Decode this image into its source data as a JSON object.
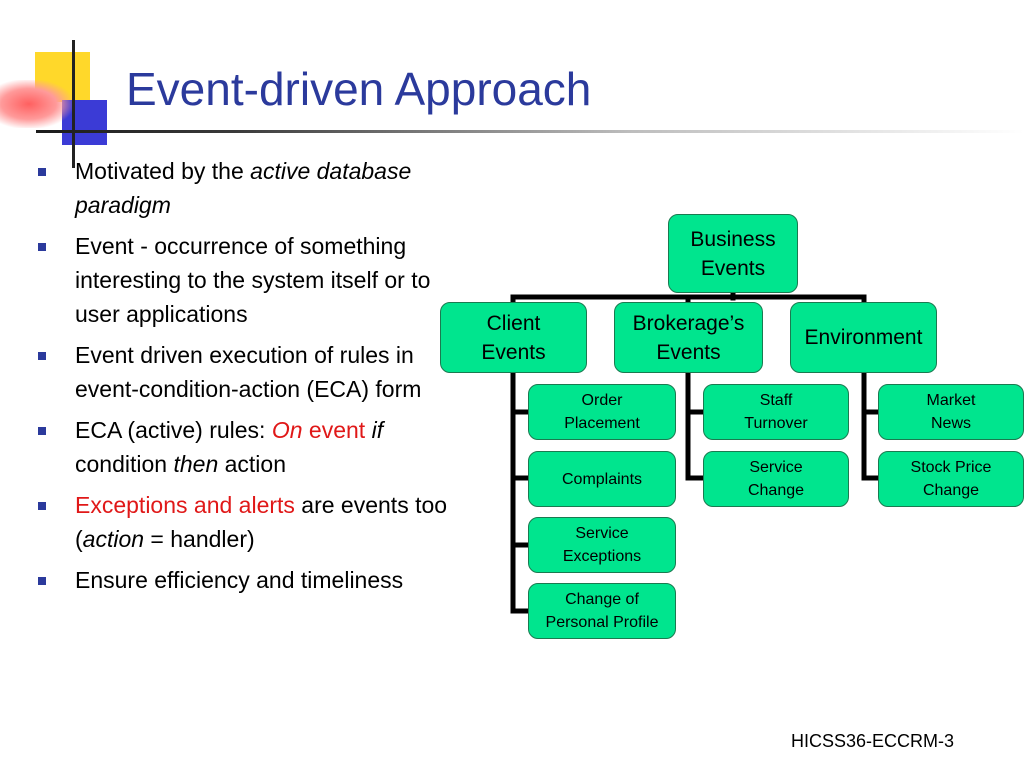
{
  "title": "Event-driven Approach",
  "bullets": {
    "b1": {
      "text1": "Motivated by the ",
      "italic1": "active database paradigm"
    },
    "b2": {
      "text": "Event - occurrence of something interesting to the system itself or to user applications"
    },
    "b3": {
      "text": "Event driven execution of rules in event-condition-action (ECA) form"
    },
    "b4": {
      "text1": "ECA (active) rules: ",
      "red_italic": "On",
      "red_text": " event",
      "italic_if": "if",
      "text2": " condition ",
      "italic_then": "then",
      "text3": " action"
    },
    "b5": {
      "red_text": "Exceptions and alerts",
      "text1": " are events too (",
      "italic": "action",
      "text2": " = handler)"
    },
    "b6": {
      "text": "Ensure efficiency and timeliness"
    }
  },
  "diagram": {
    "root": "Business\nEvents",
    "client": "Client\nEvents",
    "brokerage": "Brokerage’s\nEvents",
    "environment": "Environment",
    "order_placement": "Order\nPlacement",
    "complaints": "Complaints",
    "service_exceptions": "Service\nExceptions",
    "change_profile": "Change of\nPersonal Profile",
    "staff_turnover": "Staff\nTurnover",
    "service_change": "Service\nChange",
    "market_news": "Market\nNews",
    "stock_price_change": "Stock Price\nChange"
  },
  "colors": {
    "title": "#2b3a9c",
    "node_fill": "#00e58e",
    "highlight": "#e01818"
  },
  "footer": "HICSS36-ECCRM-3"
}
